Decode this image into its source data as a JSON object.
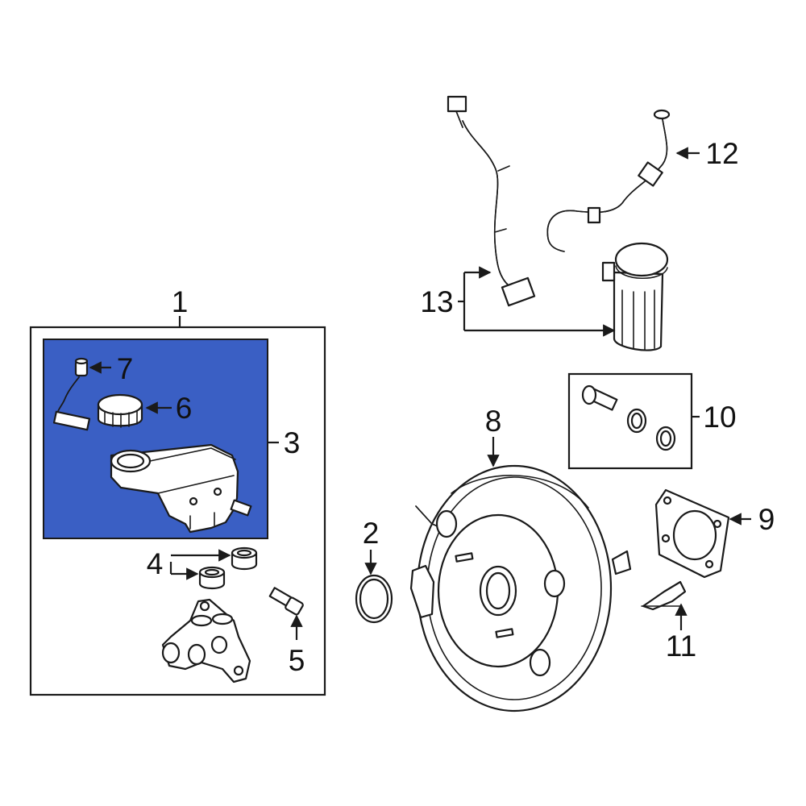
{
  "colors": {
    "highlight": "#3a5fc4",
    "line": "#1a1a1a",
    "background": "#ffffff"
  },
  "callouts": {
    "c1": "1",
    "c2": "2",
    "c3": "3",
    "c4": "4",
    "c5": "5",
    "c6": "6",
    "c7": "7",
    "c8": "8",
    "c9": "9",
    "c10": "10",
    "c11": "11",
    "c12": "12",
    "c13": "13"
  }
}
